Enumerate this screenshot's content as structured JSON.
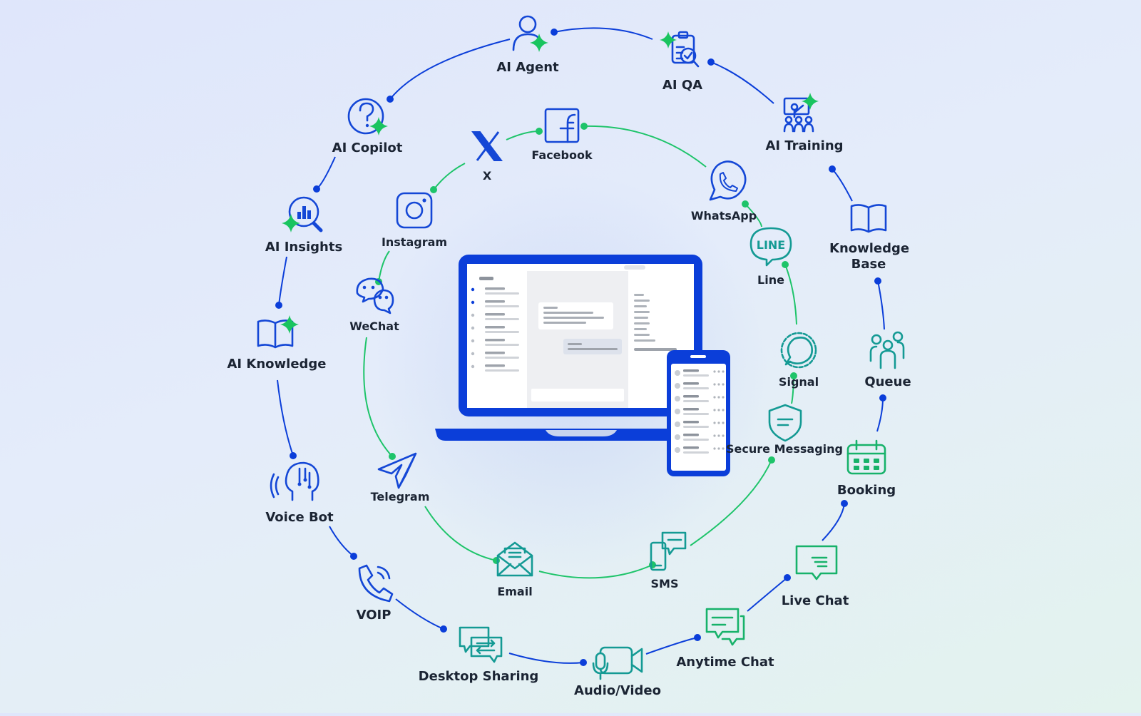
{
  "colors": {
    "outer_ring": "#0b3ed9",
    "inner_ring": "#1ec46a",
    "blue_icon": "#1447d6",
    "teal_icon": "#149a94",
    "green_icon": "#17b26a",
    "sparkle": "#19c45f",
    "device": "#0b3ed9"
  },
  "outer_nodes": [
    {
      "id": "ai-agent",
      "label": "AI Agent",
      "icon": "person-sparkle-icon"
    },
    {
      "id": "ai-qa",
      "label": "AI QA",
      "icon": "clipboard-check-icon"
    },
    {
      "id": "ai-training",
      "label": "AI Training",
      "icon": "training-board-icon"
    },
    {
      "id": "knowledge-base",
      "label": "Knowledge Base",
      "icon": "open-book-icon"
    },
    {
      "id": "queue",
      "label": "Queue",
      "icon": "people-group-icon"
    },
    {
      "id": "booking",
      "label": "Booking",
      "icon": "calendar-icon"
    },
    {
      "id": "live-chat",
      "label": "Live Chat",
      "icon": "chat-bubble-icon"
    },
    {
      "id": "anytime-chat",
      "label": "Anytime Chat",
      "icon": "double-chat-icon"
    },
    {
      "id": "audio-video",
      "label": "Audio/Video",
      "icon": "mic-camera-icon"
    },
    {
      "id": "desktop-sharing",
      "label": "Desktop Sharing",
      "icon": "screen-share-icon"
    },
    {
      "id": "voip",
      "label": "VOIP",
      "icon": "phone-icon"
    },
    {
      "id": "voice-bot",
      "label": "Voice Bot",
      "icon": "voice-head-icon"
    },
    {
      "id": "ai-knowledge",
      "label": "AI Knowledge",
      "icon": "book-sparkle-icon"
    },
    {
      "id": "ai-insights",
      "label": "AI Insights",
      "icon": "chart-search-icon"
    },
    {
      "id": "ai-copilot",
      "label": "AI Copilot",
      "icon": "question-sparkle-icon"
    }
  ],
  "inner_nodes": [
    {
      "id": "facebook",
      "label": "Facebook",
      "icon": "facebook-icon"
    },
    {
      "id": "whatsapp",
      "label": "WhatsApp",
      "icon": "whatsapp-icon"
    },
    {
      "id": "line",
      "label": "Line",
      "icon": "line-icon",
      "badge": "LINE"
    },
    {
      "id": "signal",
      "label": "Signal",
      "icon": "signal-icon"
    },
    {
      "id": "secure-messaging",
      "label": "Secure Messaging",
      "icon": "shield-message-icon"
    },
    {
      "id": "sms",
      "label": "SMS",
      "icon": "sms-phone-icon"
    },
    {
      "id": "email",
      "label": "Email",
      "icon": "envelope-icon"
    },
    {
      "id": "telegram",
      "label": "Telegram",
      "icon": "paper-plane-icon"
    },
    {
      "id": "wechat",
      "label": "WeChat",
      "icon": "wechat-icon"
    },
    {
      "id": "instagram",
      "label": "Instagram",
      "icon": "instagram-icon"
    },
    {
      "id": "x",
      "label": "X",
      "icon": "x-logo-icon"
    }
  ],
  "center": {
    "device": "laptop-and-phone-illustration"
  }
}
